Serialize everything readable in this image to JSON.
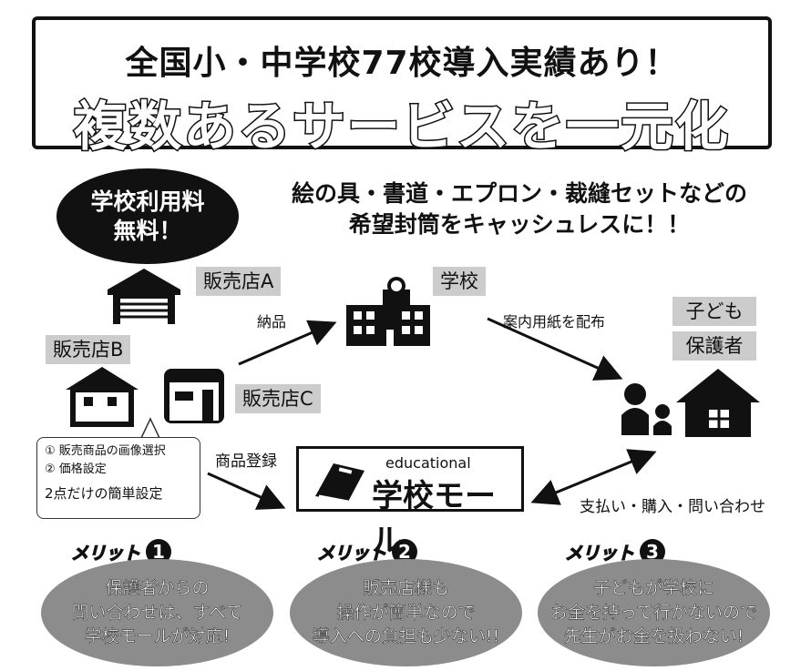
{
  "header": {
    "line1": "全国小・中学校77校導入実績あり！",
    "line2": "複数あるサービスを一元化"
  },
  "badge": {
    "line1": "学校利用料",
    "line2": "無料！"
  },
  "subtitle": {
    "line1": "絵の具・書道・エプロン・裁縫セットなどの",
    "line2": "希望封筒をキャッシュレスに！！"
  },
  "nodes": {
    "shop_a": "販売店A",
    "shop_b": "販売店B",
    "shop_c": "販売店C",
    "school": "学校",
    "child": "子ども",
    "guardian": "保護者"
  },
  "arrows": {
    "delivery": "納品",
    "distribute": "案内用紙を配布",
    "register": "商品登録",
    "payment": "支払い・購入・問い合わせ"
  },
  "callout": {
    "item1": "① 販売商品の画像選択",
    "item2": "② 価格設定",
    "summary": "2点だけの簡単設定"
  },
  "mall": {
    "sub": "educational",
    "name": "学校モール"
  },
  "merits": [
    {
      "tag": "メリット",
      "num": "1",
      "lines": [
        "保護者からの",
        "問い合わせは、すべて",
        "学校モールが対応!"
      ]
    },
    {
      "tag": "メリット",
      "num": "2",
      "lines": [
        "販売店様も",
        "操作が簡単なので",
        "導入への負担も少ない!!"
      ]
    },
    {
      "tag": "メリット",
      "num": "3",
      "lines": [
        "子どもが学校に",
        "お金を持って行かないので",
        "先生がお金を扱わない!"
      ]
    }
  ],
  "colors": {
    "ink": "#111111",
    "label_bg": "#cccccc",
    "merit_bg": "#8c8c8c"
  }
}
